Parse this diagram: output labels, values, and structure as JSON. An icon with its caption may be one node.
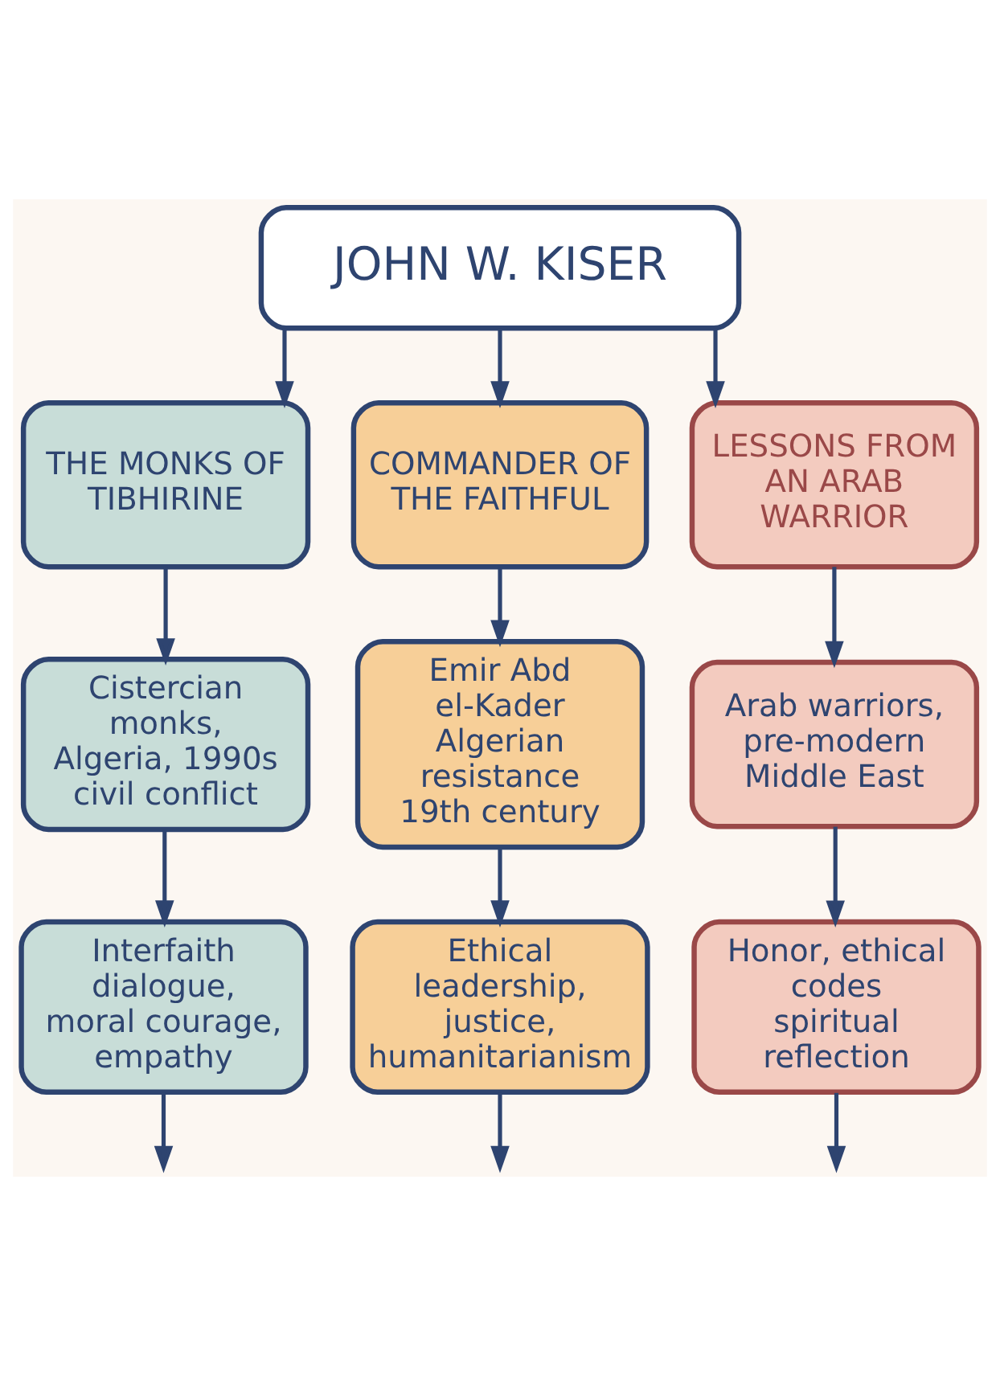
{
  "diagram": {
    "nodes": [
      {
        "text": [
          "JOHN W. KISER"
        ]
      },
      {
        "text": [
          "THE MONKS OF TIBHIRINE"
        ]
      },
      {
        "text": [
          "COMMANDER OF THE FAITHFUL"
        ]
      },
      {
        "text": [
          "LESSONS FROM AN ARAB WARRIOR"
        ]
      },
      {
        "text": [
          "Cistercian monks, Algeria, 1990s civil conflict"
        ]
      },
      {
        "text": [
          "Emir Abd el-Kader Algerian resistance 19th century"
        ]
      },
      {
        "text": [
          "Arab warriors, pre-modern Middle East"
        ]
      },
      {
        "text": [
          "Interfaith dialogue, moral courage, empathy"
        ]
      },
      {
        "text": [
          "Ethical leadership, justice, humanitarianism"
        ]
      },
      {
        "text": [
          "Honor, ethical codes spiritual reflection"
        ]
      }
    ],
    "edges": [
      {
        "from": 0,
        "to": 1,
        "arrow": "to"
      },
      {
        "from": 0,
        "to": 2,
        "arrow": "to"
      },
      {
        "from": 0,
        "to": 3,
        "arrow": "to"
      },
      {
        "from": 1,
        "to": 4,
        "arrow": "to"
      },
      {
        "from": 2,
        "to": 5,
        "arrow": "to"
      },
      {
        "from": 3,
        "to": 6,
        "arrow": "to"
      },
      {
        "from": 4,
        "to": 7,
        "arrow": "to"
      },
      {
        "from": 5,
        "to": 8,
        "arrow": "to"
      },
      {
        "from": 6,
        "to": 9,
        "arrow": "to"
      },
      {
        "from": 7,
        "to": null,
        "arrow": "to"
      },
      {
        "from": 8,
        "to": null,
        "arrow": "to"
      },
      {
        "from": 9,
        "to": null,
        "arrow": "to"
      }
    ]
  }
}
